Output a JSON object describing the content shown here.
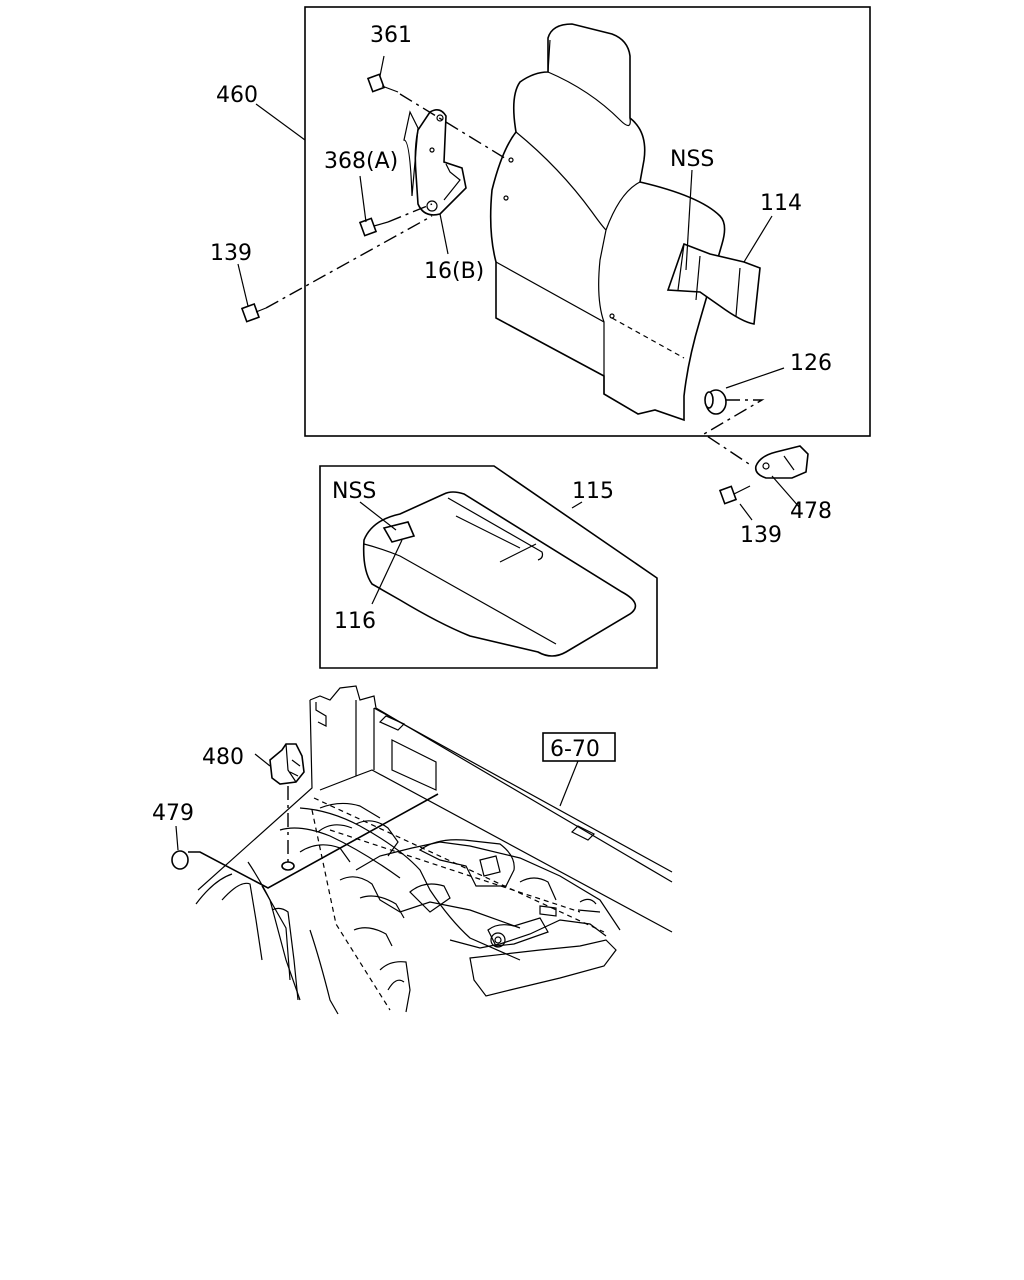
{
  "diagram": {
    "callouts": {
      "c361": "361",
      "c460": "460",
      "c368": "368(A)",
      "c139a": "139",
      "c16b": "16(B)",
      "cnss1": "NSS",
      "c114": "114",
      "c126": "126",
      "c478": "478",
      "c139b": "139",
      "cnss2": "NSS",
      "c115": "115",
      "c116": "116",
      "c480": "480",
      "c479": "479",
      "c670": "6-70"
    }
  }
}
